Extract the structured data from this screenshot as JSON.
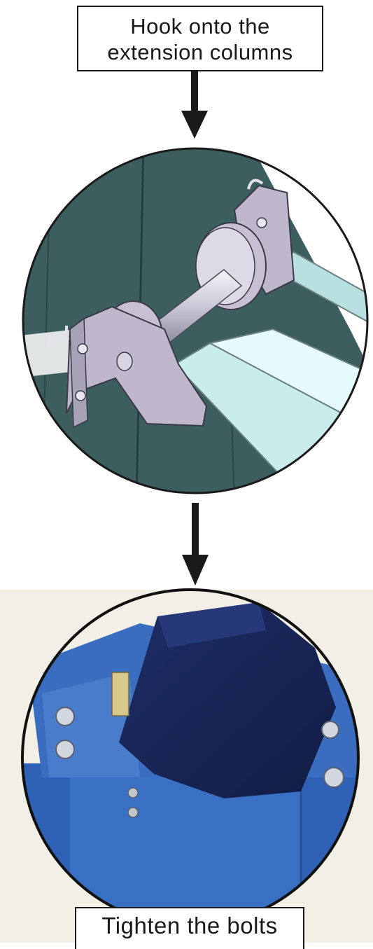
{
  "captions": {
    "top_line1": "Hook onto the",
    "top_line2": "extension columns",
    "bottom": "Tighten the bolts"
  },
  "icons": [
    "arrow-down-icon",
    "arrow-down-icon"
  ],
  "colors": {
    "cad_background": "#3d5e5e",
    "cad_bracket": "#bfb8cc",
    "cad_beam": "#c9ecec",
    "photo_blue": "#2f62b7",
    "photo_dark_blue": "#1e2a5e",
    "photo_background": "#f2efe6"
  }
}
